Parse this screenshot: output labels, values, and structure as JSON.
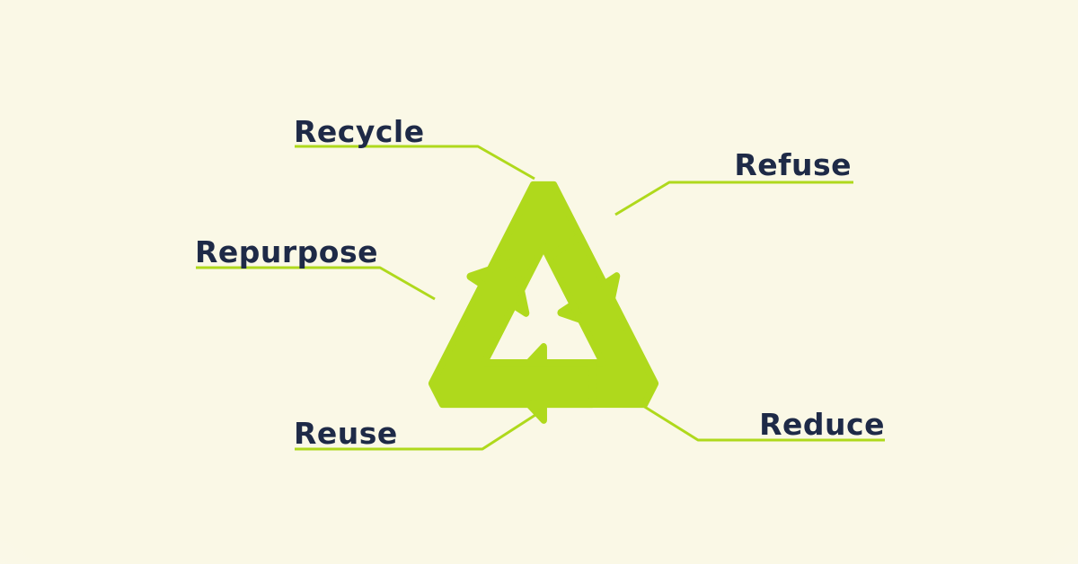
{
  "diagram": {
    "icon": {
      "name": "recycling-symbol"
    },
    "labels": [
      {
        "id": "recycle",
        "text": "Recycle"
      },
      {
        "id": "refuse",
        "text": "Refuse"
      },
      {
        "id": "repurpose",
        "text": "Repurpose"
      },
      {
        "id": "reuse",
        "text": "Reuse"
      },
      {
        "id": "reduce",
        "text": "Reduce"
      }
    ]
  },
  "colors": {
    "accent_green": "#AFD91C",
    "label_navy": "#1E2A47",
    "background_cream": "#FAF8E6"
  }
}
